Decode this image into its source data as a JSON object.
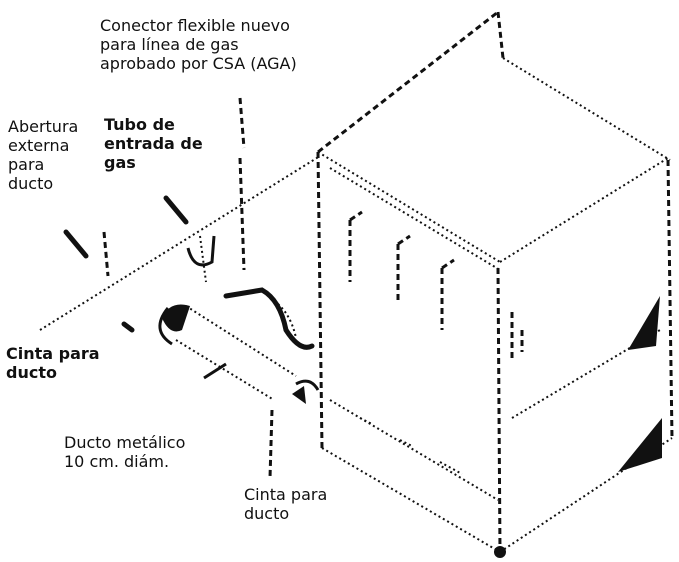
{
  "labels": {
    "connector": {
      "lines": [
        "Conector flexible nuevo",
        "para línea de gas",
        "aprobado por CSA (AGA)"
      ]
    },
    "external_opening": {
      "lines": [
        "Abertura",
        "externa",
        "para",
        "ducto"
      ]
    },
    "gas_inlet_tube": {
      "lines": [
        "Tubo de",
        "entrada de",
        "gas"
      ]
    },
    "duct_tape_left": {
      "lines": [
        "Cinta para",
        "ducto"
      ]
    },
    "metal_duct": {
      "lines": [
        "Ducto metálico",
        "10 cm. diám."
      ]
    },
    "duct_tape_bottom": {
      "lines": [
        "Cinta para",
        "ducto"
      ]
    }
  }
}
